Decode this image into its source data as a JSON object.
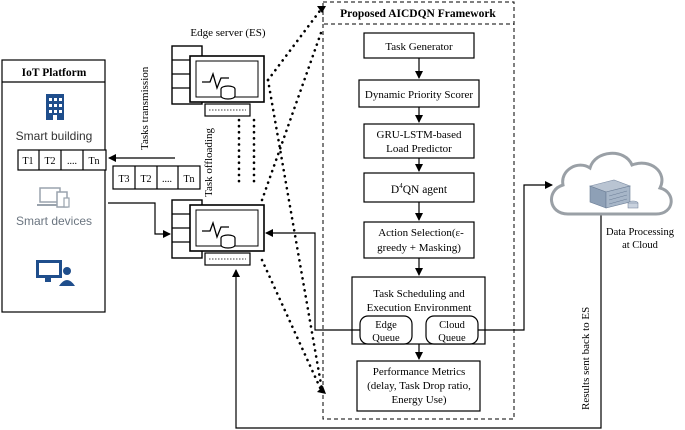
{
  "framework": {
    "title": "Proposed AICDQN Framework",
    "task_generator": "Task Generator",
    "priority_scorer": "Dynamic Priority Scorer",
    "load_predictor_line1": "GRU-LSTM-based",
    "load_predictor_line2": "Load Predictor",
    "agent_prefix": "D",
    "agent_sup": "4",
    "agent_suffix": "QN agent",
    "action_line1": "Action Selection(ε-",
    "action_line2": "greedy + Masking)",
    "scheduling_line1": "Task Scheduling and",
    "scheduling_line2": "Execution Environment",
    "edge_queue_line1": "Edge",
    "edge_queue_line2": "Queue",
    "cloud_queue_line1": "Cloud",
    "cloud_queue_line2": "Queue",
    "metrics_line1": "Performance Metrics",
    "metrics_line2": "(delay, Task Drop ratio,",
    "metrics_line3": "Energy Use)"
  },
  "iot": {
    "title": "IoT Platform",
    "smart_building": "Smart building",
    "smart_devices": "Smart devices",
    "queue_top": [
      "T1",
      "T2",
      "....",
      "Tn"
    ],
    "queue_bottom": [
      "T3",
      "T2",
      "....",
      "Tn"
    ]
  },
  "labels": {
    "edge_server": "Edge server (ES)",
    "tasks_transmission": "Tasks transmission",
    "task_offloading": "Task offloading",
    "data_processing_line1": "Data Processing",
    "data_processing_line2": "at Cloud",
    "results_sent": "Results sent back to ES"
  },
  "colors": {
    "icon_blue": "#1f4e8c",
    "device_gray": "#9aa3ad",
    "cloud_gray": "#9aa0a6",
    "server_fill": "#ffffff"
  },
  "icons": [
    "building-icon",
    "devices-icon",
    "user-computer-icon",
    "edge-server-icon",
    "cloud-icon"
  ]
}
